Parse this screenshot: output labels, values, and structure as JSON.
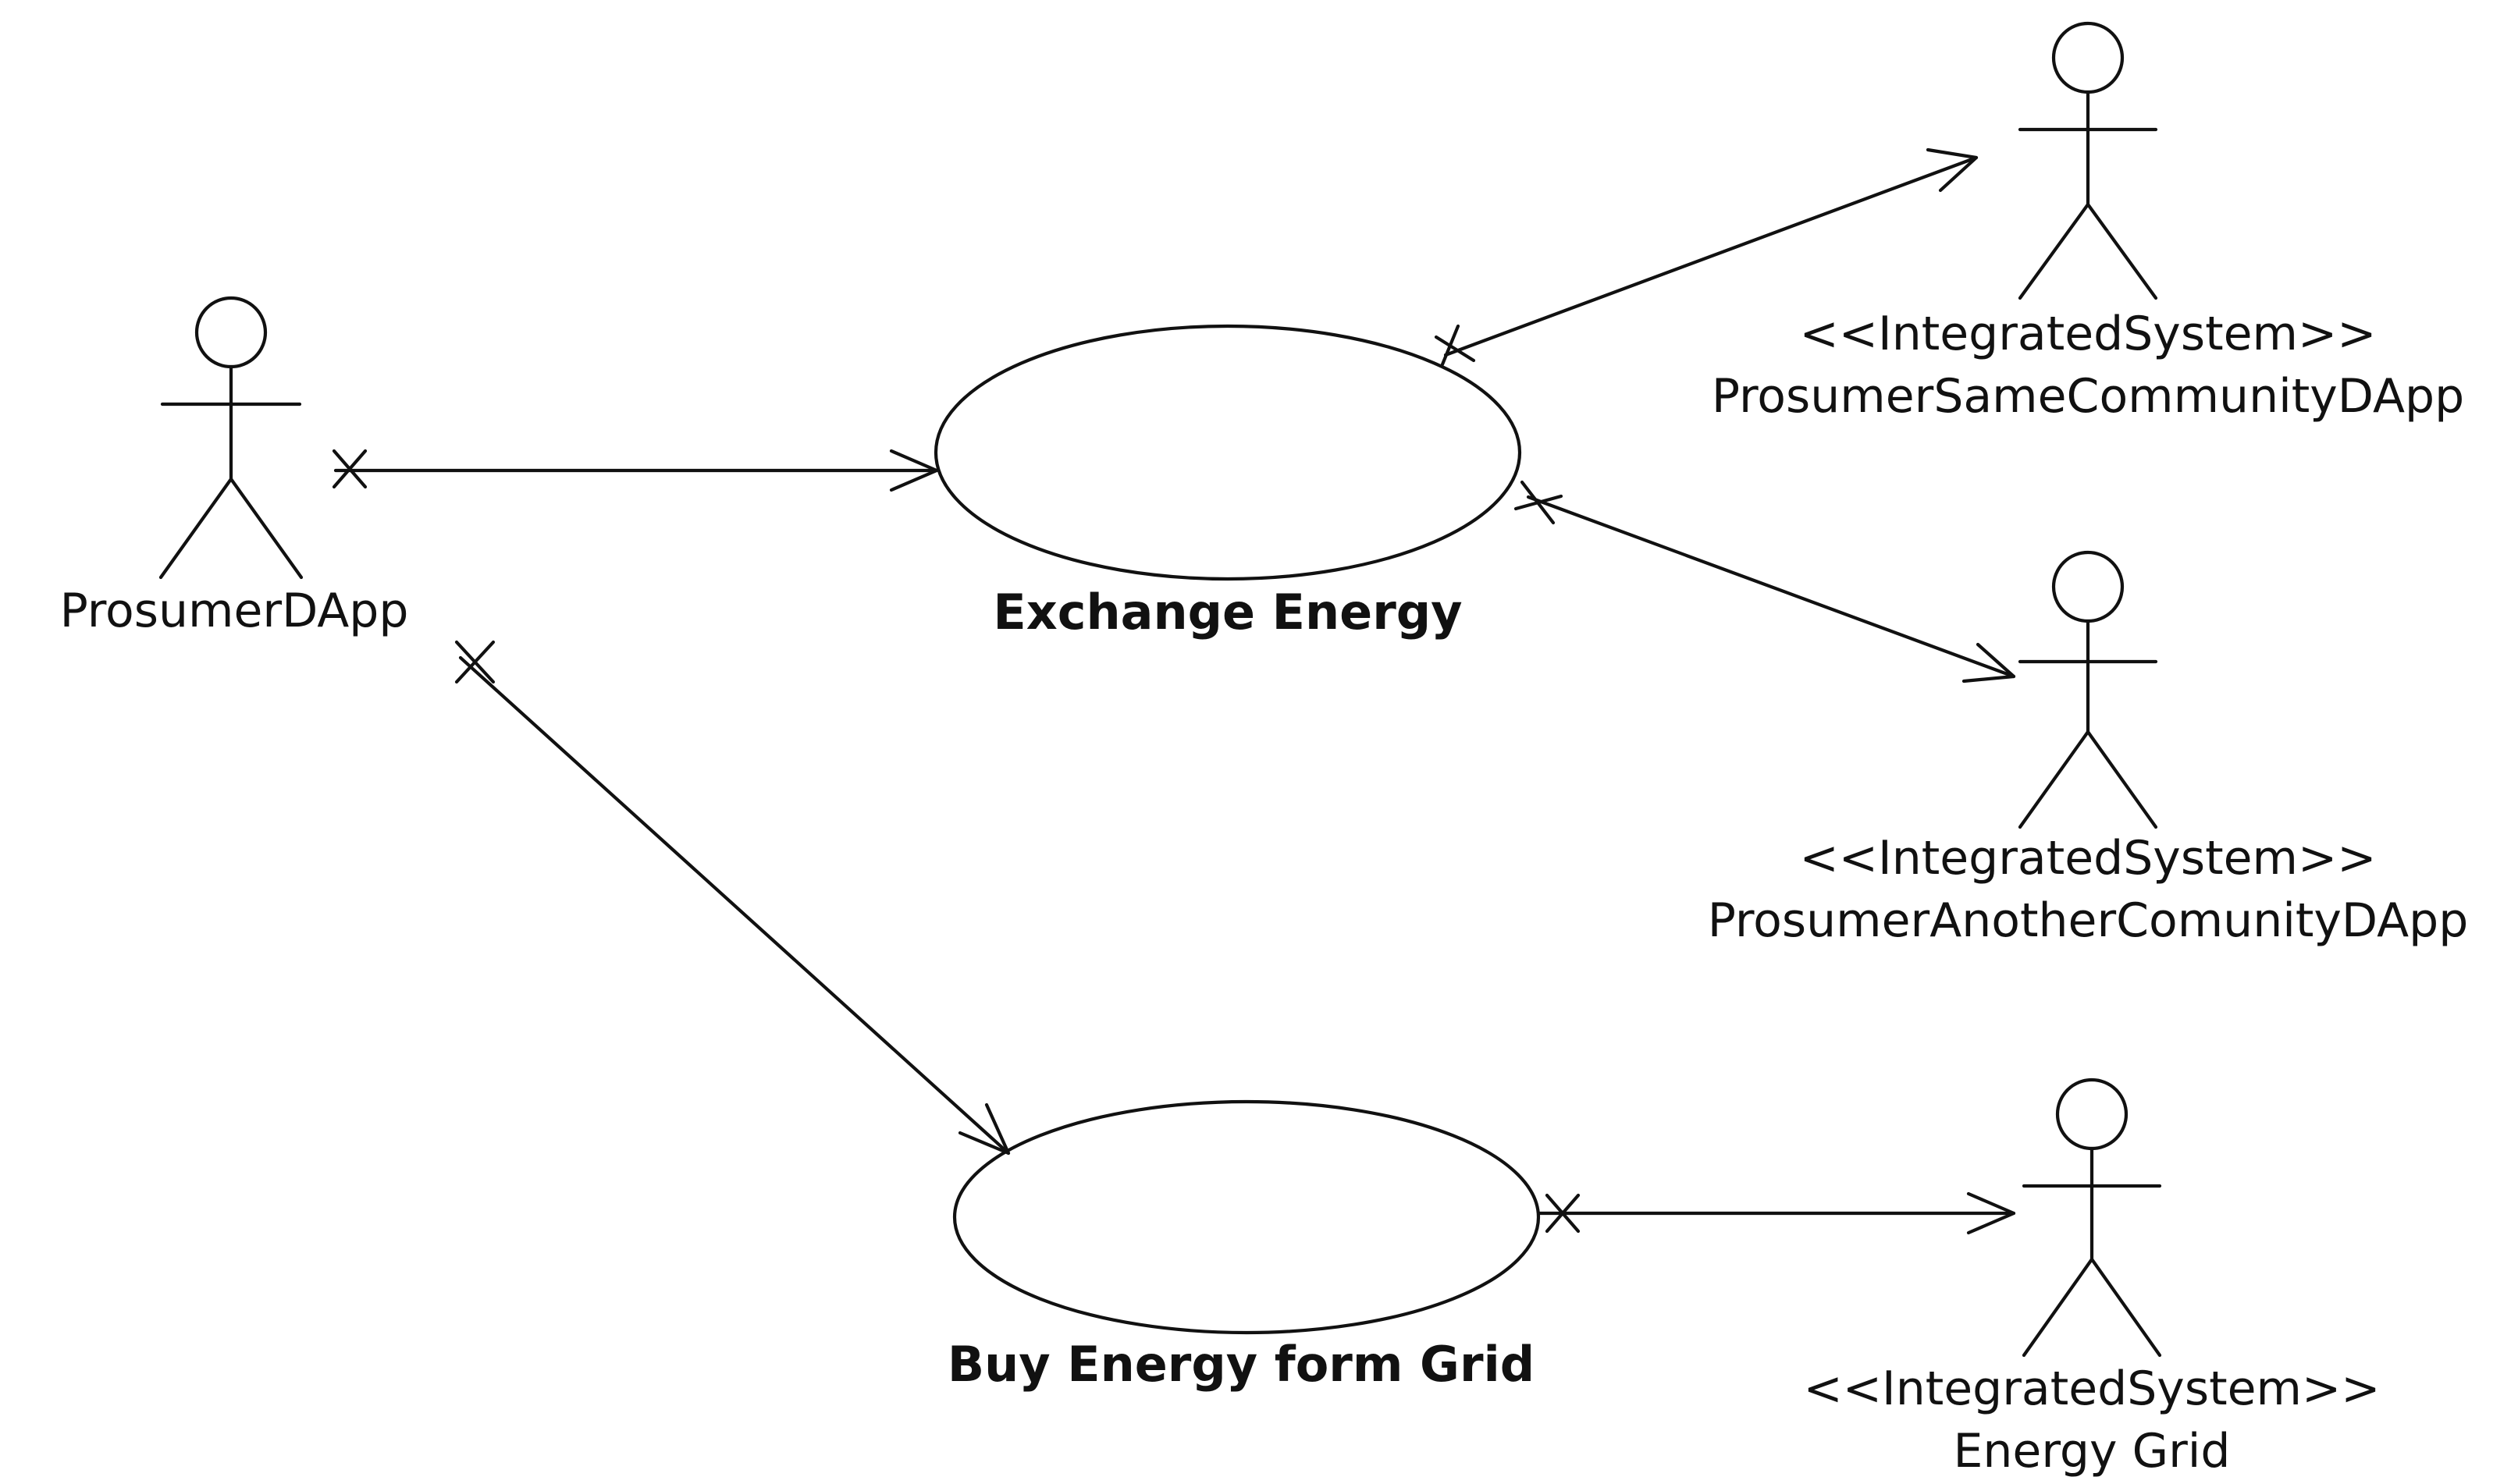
{
  "diagram": {
    "type": "uml-use-case",
    "actors": {
      "prosumer": {
        "name": "ProsumerDApp",
        "stereotype": ""
      },
      "same_community": {
        "name": "ProsumerSameCommunityDApp",
        "stereotype": "<<IntegratedSystem>>"
      },
      "another_community": {
        "name": "ProsumerAnotherComunityDApp",
        "stereotype": "<<IntegratedSystem>>"
      },
      "energy_grid": {
        "name": "Energy Grid",
        "stereotype": "<<IntegratedSystem>>"
      }
    },
    "use_cases": {
      "exchange_energy": {
        "name": "Exchange Energy"
      },
      "buy_energy": {
        "name": "Buy Energy form Grid"
      }
    },
    "associations": [
      {
        "from": "ProsumerDApp",
        "to": "Exchange Energy",
        "source_end": "non-navigable",
        "target_end": "navigable"
      },
      {
        "from": "ProsumerDApp",
        "to": "Buy Energy form Grid",
        "source_end": "non-navigable",
        "target_end": "navigable"
      },
      {
        "from": "Exchange Energy",
        "to": "ProsumerSameCommunityDApp",
        "source_end": "non-navigable",
        "target_end": "navigable"
      },
      {
        "from": "Exchange Energy",
        "to": "ProsumerAnotherComunityDApp",
        "source_end": "non-navigable",
        "target_end": "navigable"
      },
      {
        "from": "Buy Energy form Grid",
        "to": "Energy Grid",
        "source_end": "non-navigable",
        "target_end": "navigable"
      }
    ],
    "colors": {
      "line": "#111111",
      "background": "#ffffff"
    }
  }
}
